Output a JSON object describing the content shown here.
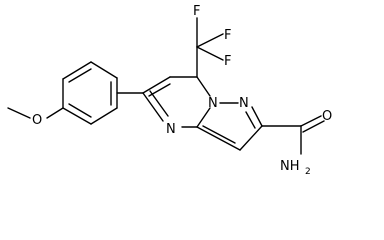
{
  "molecule": {
    "atoms": {
      "methoxy_o": "O",
      "fluorine_1": "F",
      "fluorine_2": "F",
      "fluorine_3": "F",
      "nitrogen_bridge": "N",
      "nitrogen_pyrazole": "N",
      "nitrogen_pyrimidine": "N",
      "carbonyl_o": "O",
      "amide_n": "NH",
      "amide_n_subscript": "2"
    }
  }
}
